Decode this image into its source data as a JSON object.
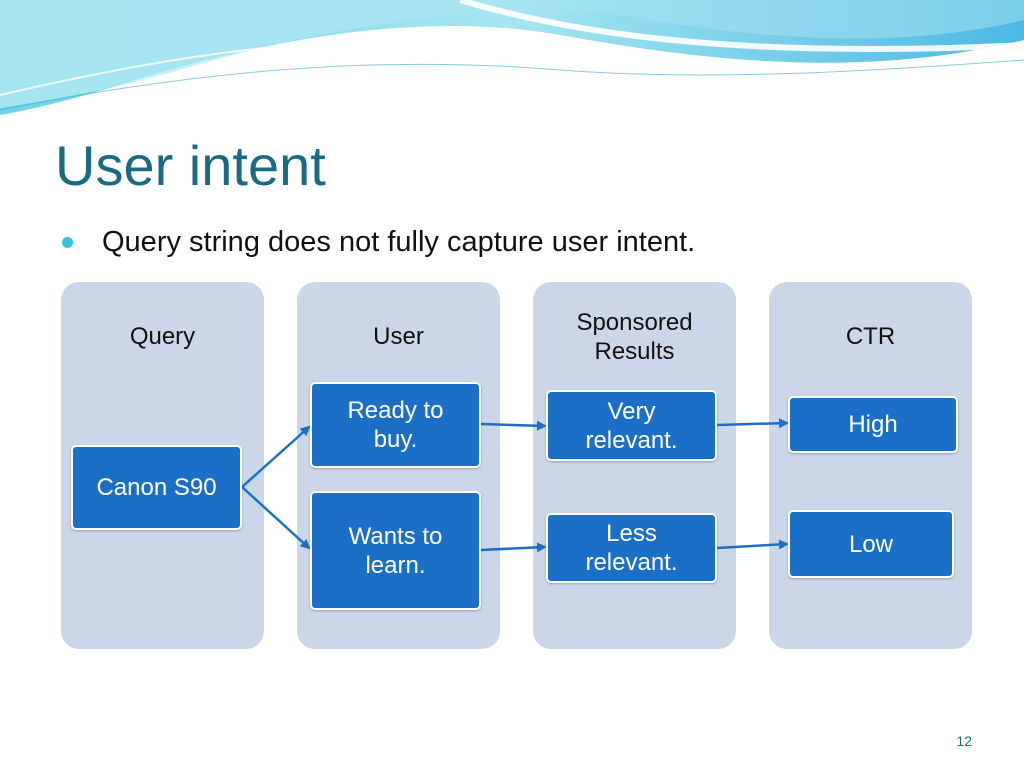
{
  "slide": {
    "title": "User intent",
    "bullet": "Query string does not fully capture user intent.",
    "page_number": "12"
  },
  "colors": {
    "title": "#1a6b82",
    "bullet": "#33c1d8",
    "column_bg": "#ccd6e9",
    "box_bg": "#1b6fc7",
    "arrow": "#1b6fc7"
  },
  "diagram": {
    "columns": [
      {
        "header": "Query"
      },
      {
        "header": "User"
      },
      {
        "header": "Sponsored\nResults"
      },
      {
        "header": "CTR"
      }
    ],
    "nodes": {
      "query": "Canon S90",
      "ready": "Ready to\nbuy.",
      "learn": "Wants to\nlearn.",
      "very": "Very\nrelevant.",
      "less": "Less\nrelevant.",
      "high": "High",
      "low": "Low"
    },
    "edges": [
      [
        "Canon S90",
        "Ready to buy."
      ],
      [
        "Canon S90",
        "Wants to learn."
      ],
      [
        "Ready to buy.",
        "Very relevant."
      ],
      [
        "Wants to learn.",
        "Less relevant."
      ],
      [
        "Very relevant.",
        "High"
      ],
      [
        "Less relevant.",
        "Low"
      ]
    ]
  }
}
